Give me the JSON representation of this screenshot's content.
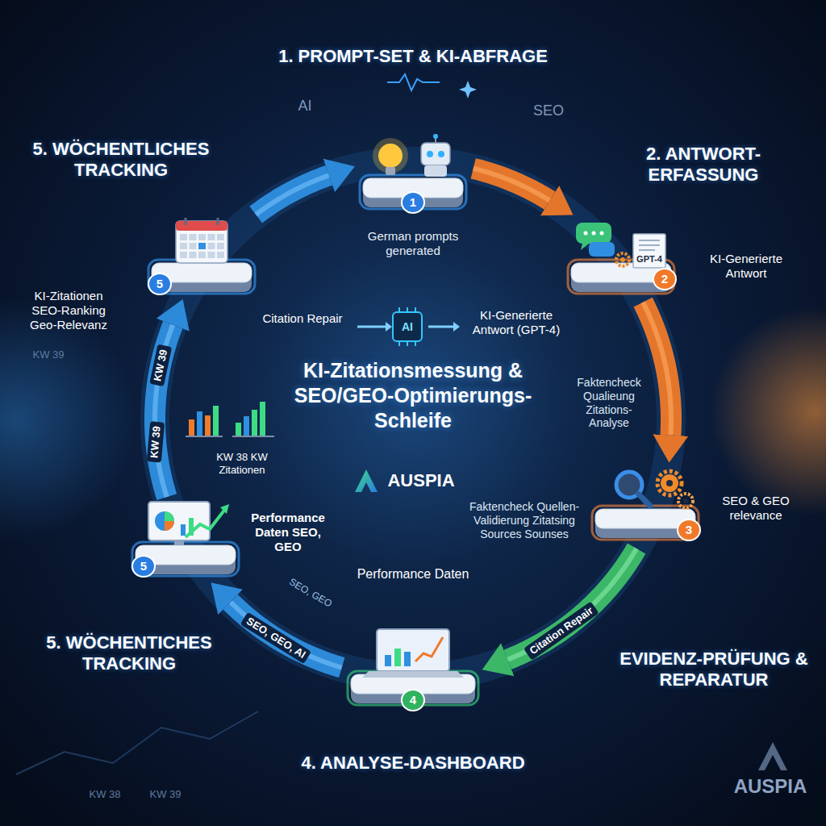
{
  "diagram": {
    "title": "KI-Zitationsmessung & SEO/GEO-Optimierungs-Schleife",
    "nodes": [
      {
        "text": [
          "1. PROMPT-SET & KI-ABFRAGE",
          "1"
        ]
      },
      {
        "text": [
          "2. ANTWORT-ERFASSUNG",
          "2"
        ]
      },
      {
        "text": [
          "EVIDENZ-PRÜFUNG & REPARATUR",
          "3"
        ]
      },
      {
        "text": [
          "4. ANALYSE-DASHBOARD",
          "4"
        ]
      },
      {
        "text": [
          "5. WÖCHENTICHES TRACKING",
          "5"
        ]
      },
      {
        "text": [
          "5. WÖCHENTLICHES TRACKING",
          "5"
        ]
      }
    ],
    "edges": [
      {
        "from": 0,
        "to": 1,
        "arrow": "to"
      },
      {
        "from": 1,
        "to": 2,
        "arrow": "to"
      },
      {
        "from": 2,
        "to": 3,
        "arrow": "to",
        "label": "Citation Repair"
      },
      {
        "from": 3,
        "to": 4,
        "arrow": "to",
        "label": "SEO, GEO, AI"
      },
      {
        "from": 4,
        "to": 5,
        "arrow": "to",
        "label": "KW 39"
      },
      {
        "from": 5,
        "to": 0,
        "arrow": "to"
      }
    ],
    "labels": [
      "AI",
      "SEO",
      "German prompts generated",
      "KI-Generierte Antwort",
      "GPT-4",
      "AI",
      "KI-Generierte Antwort (GPT-4)",
      "Citation Repair",
      "Faktencheck Qualieung Zitations-Analyse",
      "SEO & GEO relevance",
      "Faktencheck Quellen-Validierung Zitatsing Sources Sounses",
      "AUSPIA",
      "Performance Daten",
      "SEO, GEO",
      "Performance Daten SEO, GEO",
      "KW 38 KW Zitationen",
      "KW 39",
      "KI-Zitationen SEO-Ranking Geo-Relevanz",
      "KW 39",
      "KW 38",
      "KW 39",
      "AUSPIA"
    ]
  }
}
